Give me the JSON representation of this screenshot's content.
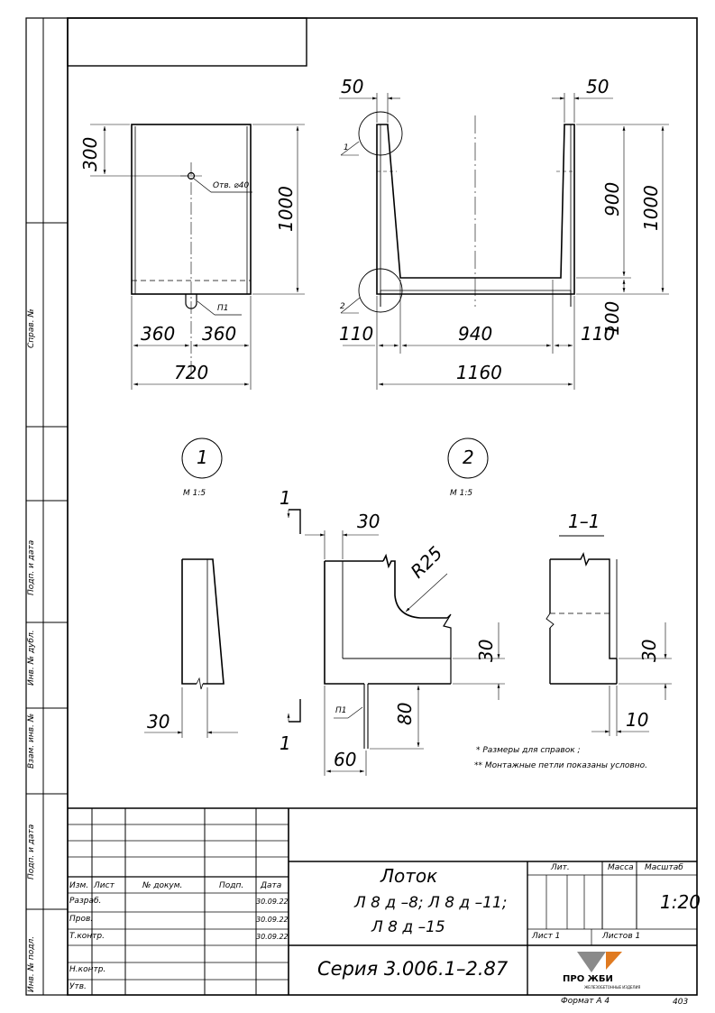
{
  "side_labels": {
    "sprav_no": "Справ. №",
    "podp_data_1": "Подп. и дата",
    "inv_dubl": "Инв. № дубл.",
    "vzam_inv": "Взам. инв. №",
    "podp_data_2": "Подп. и дата",
    "inv_podl": "Инв. № подл."
  },
  "front_view": {
    "dim_300": "300",
    "dim_1000": "1000",
    "hole_note": "Отв. ⌀40",
    "loop_label": "П1",
    "dim_360_left": "360",
    "dim_360_right": "360",
    "dim_720": "720"
  },
  "section_view": {
    "dim_50_left": "50",
    "dim_50_right": "50",
    "dim_900": "900",
    "dim_1000": "1000",
    "dim_100": "100",
    "callout_1": "1",
    "callout_2": "2",
    "dim_110_left": "110",
    "dim_940": "940",
    "dim_110_right": "110",
    "dim_1160": "1160"
  },
  "detail_1": {
    "number": "1",
    "scale": "М 1:5",
    "dim_30": "30"
  },
  "detail_2": {
    "number": "2",
    "scale": "М 1:5",
    "cut_mark_top": "1",
    "cut_mark_bottom": "1",
    "dim_30_top": "30",
    "dim_r25": "R25",
    "dim_30_right": "30",
    "loop_label": "П1",
    "dim_80": "80",
    "dim_60": "60"
  },
  "section_1_1": {
    "title": "1–1",
    "dim_30": "30",
    "dim_10": "10"
  },
  "notes": {
    "note_1": "* Размеры для справок ;",
    "note_2": "** Монтажные петли показаны условно."
  },
  "title_block": {
    "hdr_izm": "Изм.",
    "hdr_list": "Лист",
    "hdr_dokum": "№ докум.",
    "hdr_podp": "Подп.",
    "hdr_data": "Дата",
    "rows": [
      {
        "role": "Разраб.",
        "date": "30.09.22"
      },
      {
        "role": "Пров.",
        "date": "30.09.22"
      },
      {
        "role": "Т.контр.",
        "date": "30.09.22"
      },
      {
        "role": "",
        "date": ""
      },
      {
        "role": "Н.контр.",
        "date": ""
      },
      {
        "role": "Утв.",
        "date": ""
      }
    ],
    "name_line1": "Лоток",
    "name_line2": "Л 8 д –8; Л 8 д –11;",
    "name_line3": "Л 8 д –15",
    "lit": "Лит.",
    "massa": "Масса",
    "masshtab": "Масштаб",
    "scale_value": "1:20",
    "sheet": "Лист 1",
    "sheets": "Листов 1",
    "series": "Серия  3.006.1–2.87",
    "logo_text": "ПРО ЖБИ",
    "logo_sub": "ЖЕЛЕЗОБЕТОННЫЕ ИЗДЕЛИЯ"
  },
  "footer": {
    "format": "Формат А 4",
    "page_number": "403"
  }
}
